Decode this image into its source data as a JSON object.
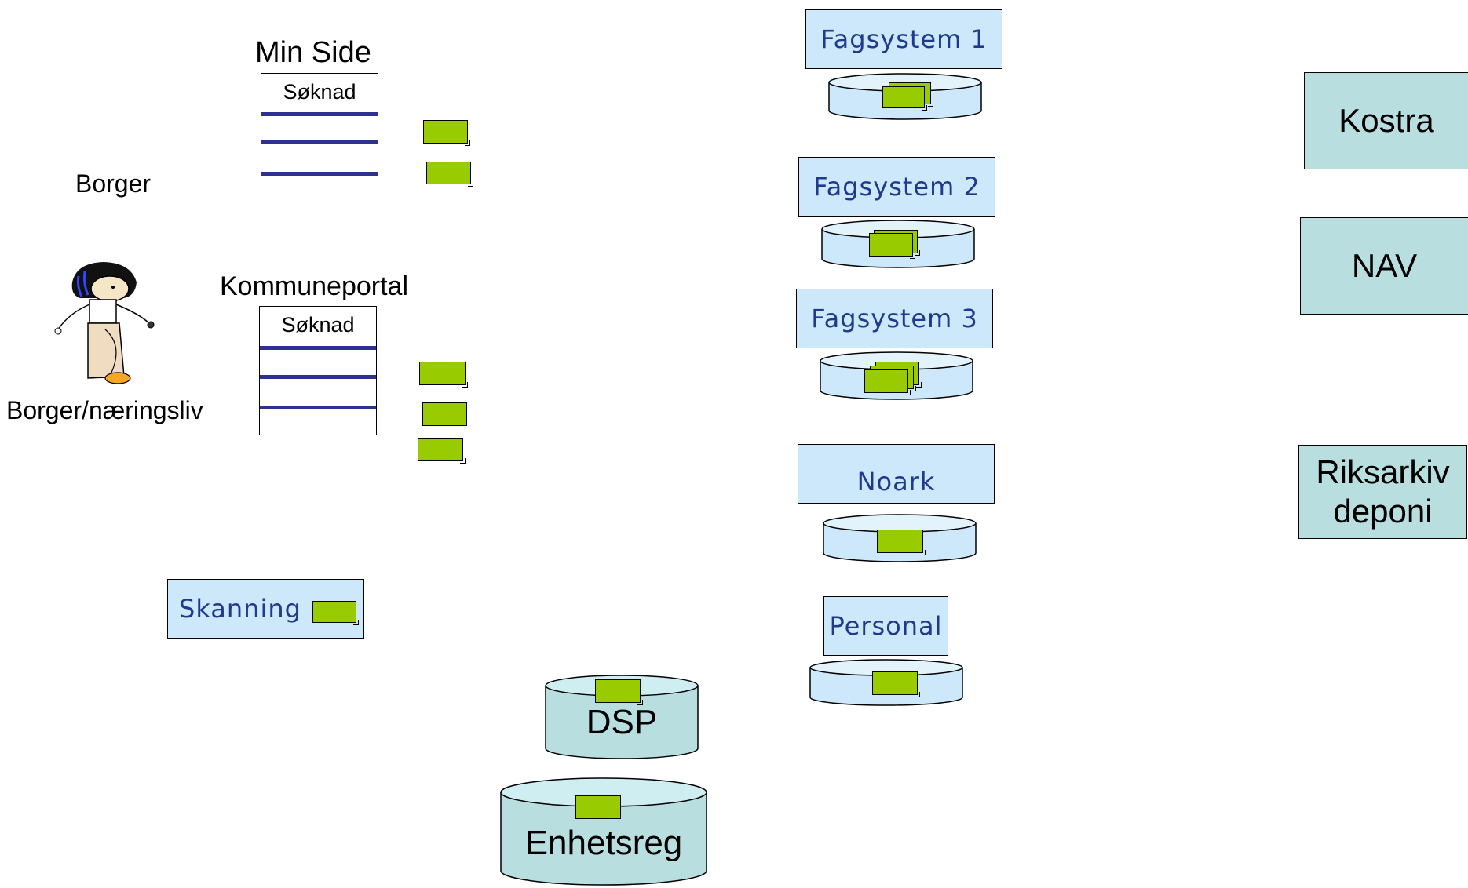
{
  "citizen": {
    "label_top": "Borger",
    "label_bottom": "Borger/næringsliv"
  },
  "min_side": {
    "title": "Min Side",
    "form_header": "Søknad"
  },
  "kommuneportal": {
    "title": "Kommuneportal",
    "form_header": "Søknad"
  },
  "skanning": {
    "label": "Skanning"
  },
  "fagsystemer": [
    {
      "label": "Fagsystem 1"
    },
    {
      "label": "Fagsystem 2"
    },
    {
      "label": "Fagsystem 3"
    },
    {
      "label": "Noark"
    },
    {
      "label": "Personal"
    }
  ],
  "databases": {
    "dsp": "DSP",
    "enhetsreg": "Enhetsreg"
  },
  "targets": {
    "kostra": "Kostra",
    "nav": "NAV",
    "riksarkiv_line1": "Riksarkiv",
    "riksarkiv_line2": "deponi"
  },
  "colors": {
    "document_green": "#99cc00",
    "system_box": "#cce8fa",
    "system_text": "#1f3a8c",
    "target_box": "#b9dedf",
    "form_lines": "#2e3192"
  }
}
